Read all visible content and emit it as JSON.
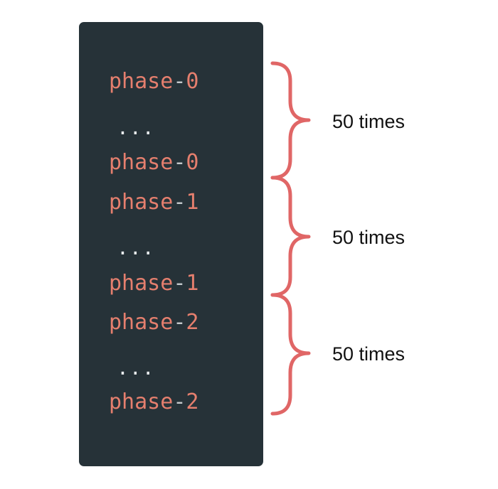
{
  "code_lines": [
    {
      "word": "phase",
      "dash": "-",
      "num": "0"
    },
    {
      "ellipsis": "..."
    },
    {
      "word": "phase",
      "dash": "-",
      "num": "0"
    },
    {
      "word": "phase",
      "dash": "-",
      "num": "1"
    },
    {
      "ellipsis": "..."
    },
    {
      "word": "phase",
      "dash": "-",
      "num": "1"
    },
    {
      "word": "phase",
      "dash": "-",
      "num": "2"
    },
    {
      "ellipsis": "..."
    },
    {
      "word": "phase",
      "dash": "-",
      "num": "2"
    }
  ],
  "groups": [
    {
      "label": "50 times"
    },
    {
      "label": "50 times"
    },
    {
      "label": "50 times"
    }
  ],
  "colors": {
    "panel": "#263238",
    "code_text": "#E57F6E",
    "brace": "#E06666",
    "label": "#111111"
  }
}
